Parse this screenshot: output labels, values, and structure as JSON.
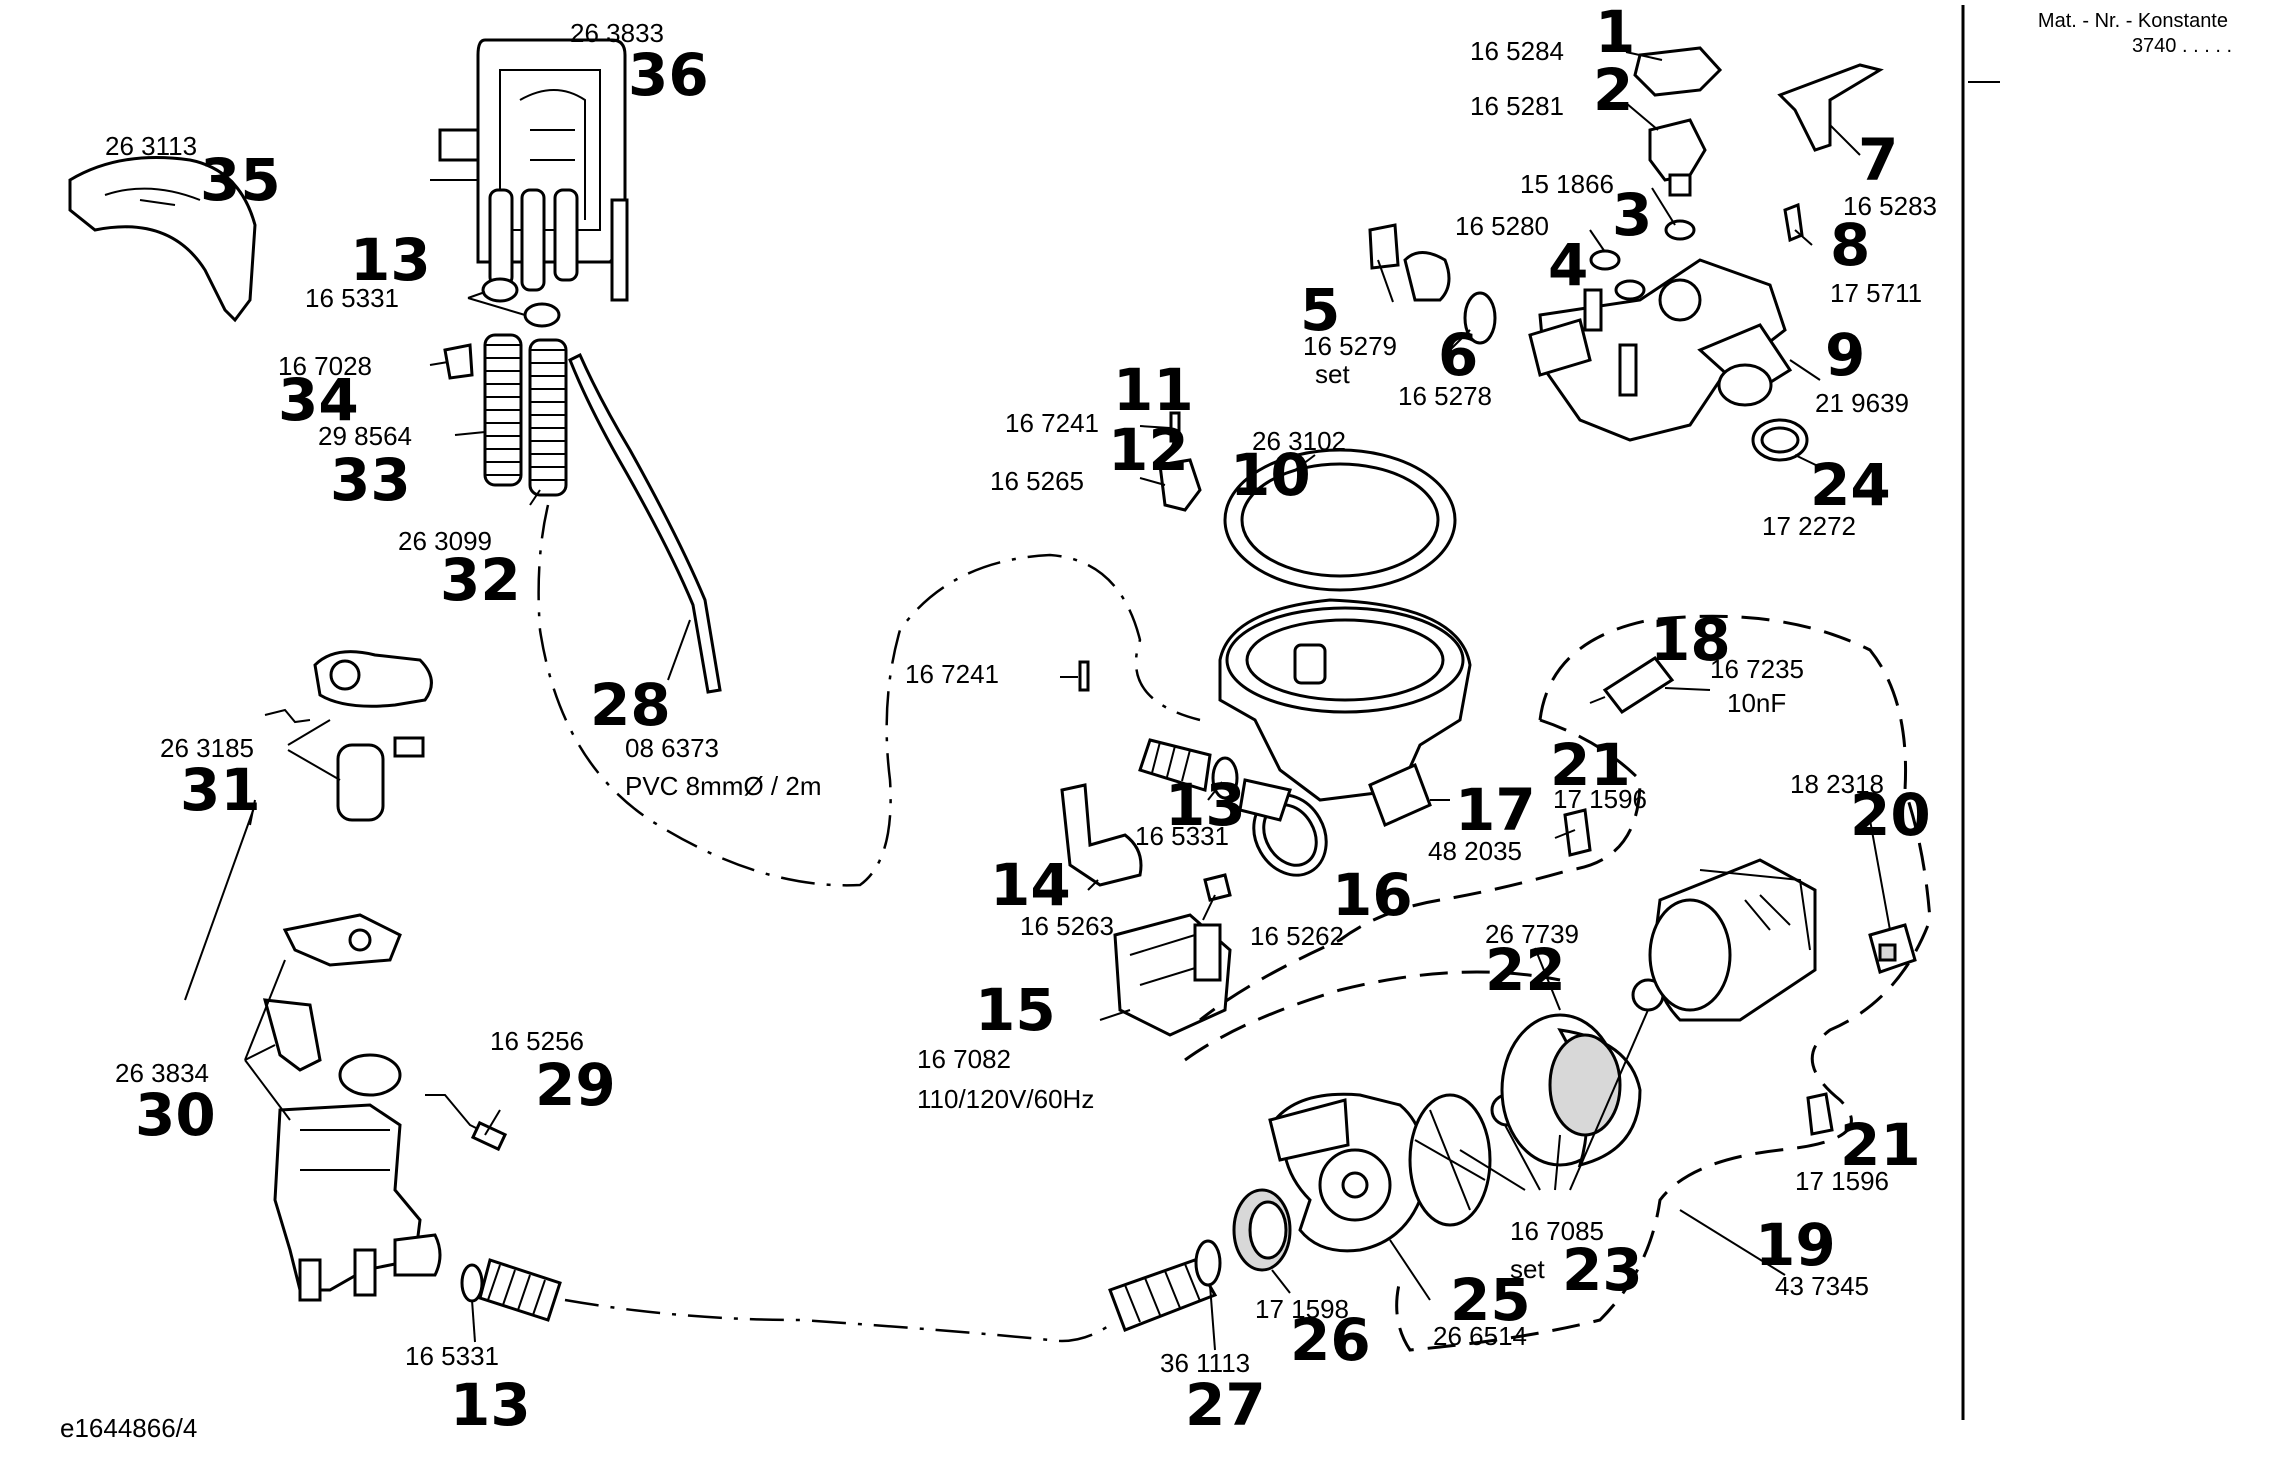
{
  "header": {
    "title_line1": "Mat. - Nr. - Konstante",
    "title_line2": "3740 . . . . ."
  },
  "footer": {
    "drawing_id": "e1644866/4"
  },
  "colors": {
    "ink": "#000000",
    "paper": "#ffffff",
    "fill_grey": "#d8d8d8"
  },
  "callouts": [
    {
      "num": "1",
      "part": "16 5284"
    },
    {
      "num": "2",
      "part": "16 5281"
    },
    {
      "num": "3",
      "part": "15 1866"
    },
    {
      "num": "4",
      "part": "16 5280"
    },
    {
      "num": "5",
      "part": "16 5279",
      "note": "set"
    },
    {
      "num": "6",
      "part": "16 5278"
    },
    {
      "num": "7",
      "part": "16 5283"
    },
    {
      "num": "8",
      "part": "17 5711"
    },
    {
      "num": "9",
      "part": "21 9639"
    },
    {
      "num": "10",
      "part": "26 3102"
    },
    {
      "num": "11",
      "part": "16 7241"
    },
    {
      "num": "12",
      "part": "16 5265"
    },
    {
      "num": "13",
      "part": "16 5331"
    },
    {
      "num": "13",
      "part": "16 5331"
    },
    {
      "num": "13",
      "part": "16 5331"
    },
    {
      "num": "14",
      "part": "16 5263"
    },
    {
      "num": "15",
      "part": "16 7082",
      "note": "110/120V/60Hz"
    },
    {
      "num": "16",
      "part": "16 5262"
    },
    {
      "num": "17",
      "part": "48 2035"
    },
    {
      "num": "18",
      "part": "16 7235",
      "note": "10nF"
    },
    {
      "num": "19",
      "part": "43 7345"
    },
    {
      "num": "20",
      "part": "18 2318"
    },
    {
      "num": "21",
      "part": "17 1596"
    },
    {
      "num": "21",
      "part": "17 1596"
    },
    {
      "num": "22",
      "part": "26 7739"
    },
    {
      "num": "23",
      "part": "16 7085",
      "note": "set"
    },
    {
      "num": "24",
      "part": "17 2272"
    },
    {
      "num": "25",
      "part": "26 6514"
    },
    {
      "num": "26",
      "part": "17 1598"
    },
    {
      "num": "27",
      "part": "36 1113"
    },
    {
      "num": "28",
      "part": "08 6373",
      "note": "PVC 8mmØ / 2m"
    },
    {
      "num": "29",
      "part": "16 5256"
    },
    {
      "num": "30",
      "part": "26 3834"
    },
    {
      "num": "31",
      "part": "26 3185"
    },
    {
      "num": "32",
      "part": "26 3099"
    },
    {
      "num": "33",
      "part": "29 8564"
    },
    {
      "num": "34",
      "part": "16 7028"
    },
    {
      "num": "35",
      "part": "26 3113"
    },
    {
      "num": "36",
      "part": "26 3833"
    }
  ],
  "extra_labels": {
    "loose_pin": "16 7241"
  }
}
